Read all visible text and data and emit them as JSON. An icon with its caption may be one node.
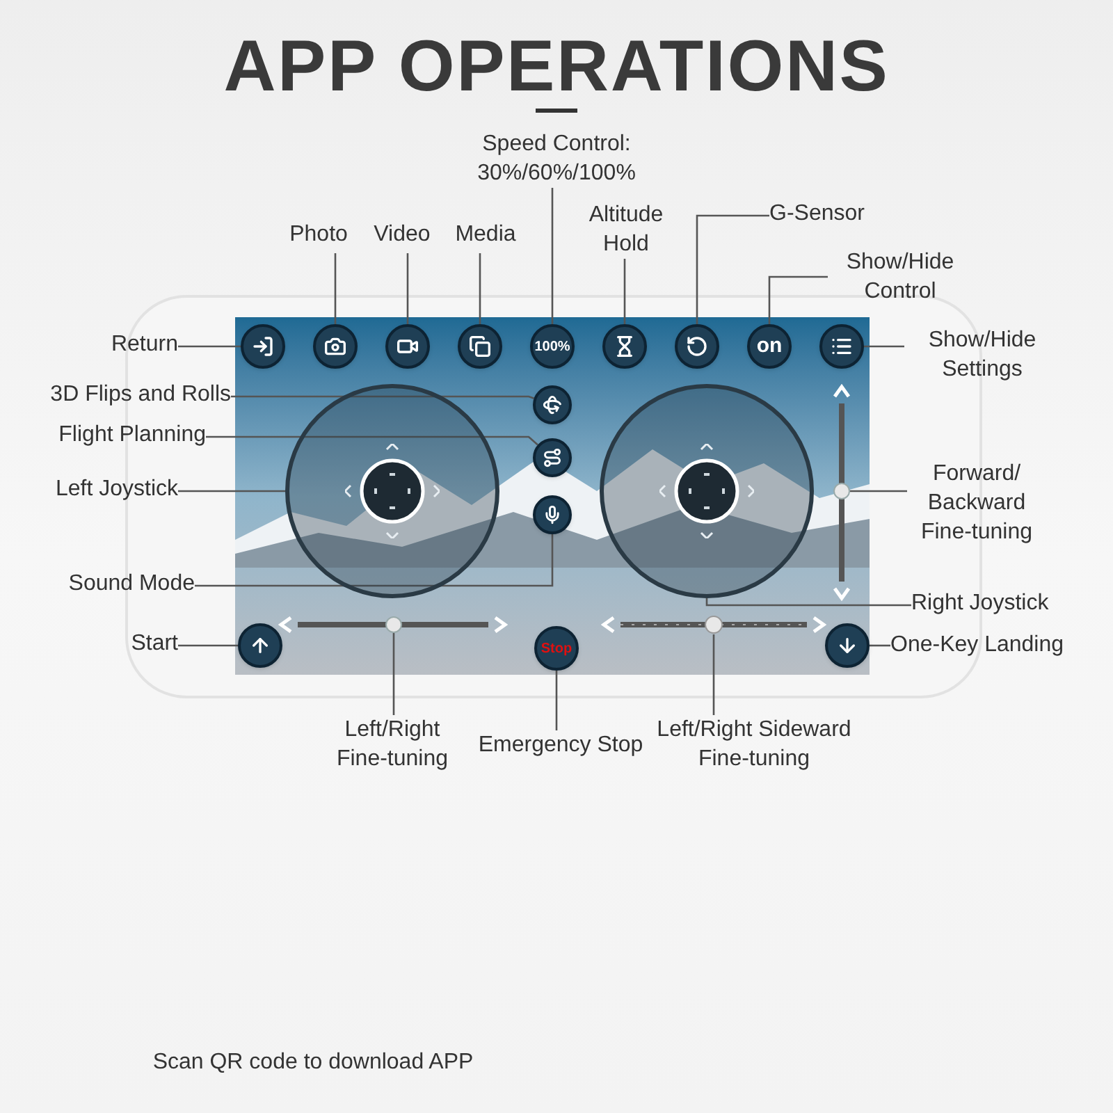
{
  "diagram": {
    "title": "APP OPERATIONS",
    "nodes": [
      {
        "text": [
          "Return"
        ]
      },
      {
        "text": [
          "Photo"
        ]
      },
      {
        "text": [
          "Video"
        ]
      },
      {
        "text": [
          "Media"
        ]
      },
      {
        "text": [
          "Speed Control: 30%/60%/100%"
        ]
      },
      {
        "text": [
          "Altitude Hold"
        ]
      },
      {
        "text": [
          "G-Sensor"
        ]
      },
      {
        "text": [
          "Show/Hide Control"
        ]
      },
      {
        "text": [
          "Show/Hide Settings"
        ]
      },
      {
        "text": [
          "3D Flips and Rolls"
        ]
      },
      {
        "text": [
          "Flight Planning"
        ]
      },
      {
        "text": [
          "Left Joystick"
        ]
      },
      {
        "text": [
          "Forward/ Backward Fine-tuning"
        ]
      },
      {
        "text": [
          "Sound Mode"
        ]
      },
      {
        "text": [
          "Right Joystick"
        ]
      },
      {
        "text": [
          "Start"
        ]
      },
      {
        "text": [
          "One-Key Landing"
        ]
      },
      {
        "text": [
          "Left/Right Fine-tuning"
        ]
      },
      {
        "text": [
          "Emergency Stop"
        ]
      },
      {
        "text": [
          "Left/Right Sideward Fine-tuning"
        ]
      },
      {
        "text": [],
        "shape": "circle"
      },
      {
        "text": [],
        "shape": "circle"
      },
      {
        "text": [],
        "shape": "circle"
      },
      {
        "text": [],
        "shape": "circle"
      },
      {
        "text": [
          "100%"
        ]
      },
      {
        "text": [],
        "shape": "circle"
      },
      {
        "text": [],
        "shape": "circle"
      },
      {
        "text": [
          "on"
        ]
      },
      {
        "text": [],
        "shape": "circle"
      },
      {
        "text": [],
        "shape": "circle"
      },
      {
        "text": [],
        "shape": "circle"
      },
      {
        "text": [],
        "shape": "circle"
      },
      {
        "text": [],
        "shape": "circle"
      },
      {
        "text": [],
        "shape": "circle"
      },
      {
        "text": [],
        "shape": "circle"
      },
      {
        "text": [],
        "shape": "circle"
      },
      {
        "text": [],
        "shape": "circle"
      },
      {
        "text": [
          "Stop"
        ]
      },
      {
        "text": [],
        "shape": "bar"
      },
      {
        "text": [],
        "shape": "circle"
      }
    ],
    "edges": [
      {
        "from": 0,
        "to": 20,
        "arrow": "none"
      },
      {
        "from": 1,
        "to": 21,
        "arrow": "none"
      },
      {
        "from": 2,
        "to": 22,
        "arrow": "none"
      },
      {
        "from": 3,
        "to": 23,
        "arrow": "none"
      },
      {
        "from": 4,
        "to": 24,
        "arrow": "none"
      },
      {
        "from": 5,
        "to": 25,
        "arrow": "none"
      },
      {
        "from": 6,
        "to": 26,
        "arrow": "none"
      },
      {
        "from": 7,
        "to": 27,
        "arrow": "none"
      },
      {
        "from": 8,
        "to": 28,
        "arrow": "none"
      },
      {
        "from": 9,
        "to": 29,
        "arrow": "none"
      },
      {
        "from": 10,
        "to": 30,
        "arrow": "none"
      },
      {
        "from": 11,
        "to": 31,
        "arrow": "none"
      },
      {
        "from": 12,
        "to": 34,
        "arrow": "none"
      },
      {
        "from": 13,
        "to": 32,
        "arrow": "none"
      },
      {
        "from": 14,
        "to": 33,
        "arrow": "none"
      },
      {
        "from": 15,
        "to": 35,
        "arrow": "none"
      },
      {
        "from": 16,
        "to": 39,
        "arrow": "none"
      },
      {
        "from": 17,
        "to": 36,
        "arrow": "none"
      },
      {
        "from": 18,
        "to": 37,
        "arrow": "none"
      },
      {
        "from": 19,
        "to": 38,
        "arrow": "none"
      }
    ],
    "labels": [
      "Scan QR code to download APP"
    ]
  }
}
